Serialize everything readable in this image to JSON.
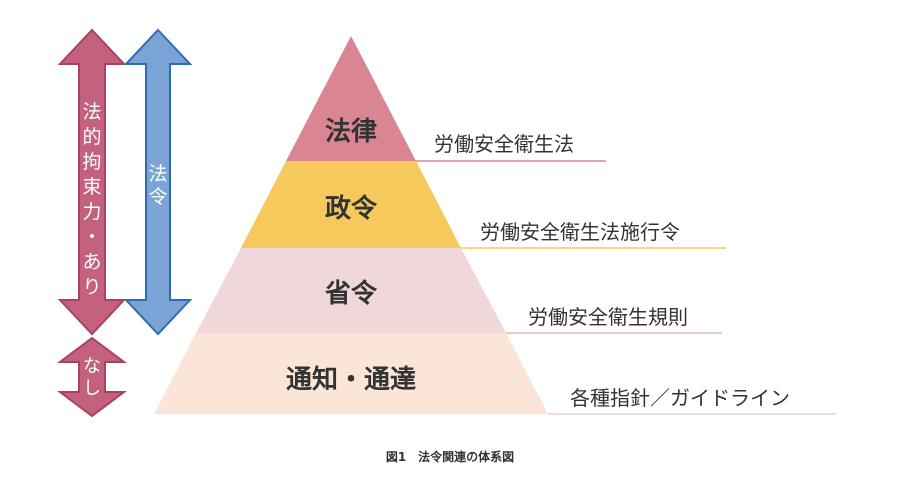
{
  "arrows": {
    "binding": {
      "label": "法的拘束力：あり",
      "color": "#c4617e",
      "stroke": "#a9425f"
    },
    "law": {
      "label": "法令",
      "color": "#7aa3d6",
      "stroke": "#2f6cb3"
    },
    "none": {
      "label": "なし",
      "color": "#c4617e",
      "stroke": "#a9425f"
    }
  },
  "tiers": [
    {
      "label": "法律",
      "law": "労働安全衛生法",
      "color": "#d98592",
      "line": "#d98592"
    },
    {
      "label": "政令",
      "law": "労働安全衛生法施行令",
      "color": "#f5c95c",
      "line": "#f5c95c"
    },
    {
      "label": "省令",
      "law": "労働安全衛生規則",
      "color": "#f0d8da",
      "line": "#e6b8bc"
    },
    {
      "label": "通知・通達",
      "law": "各種指針／ガイドライン",
      "color": "#fbe5d6",
      "line": "#e8d2c4"
    }
  ],
  "caption": "図1　法令関連の体系図"
}
